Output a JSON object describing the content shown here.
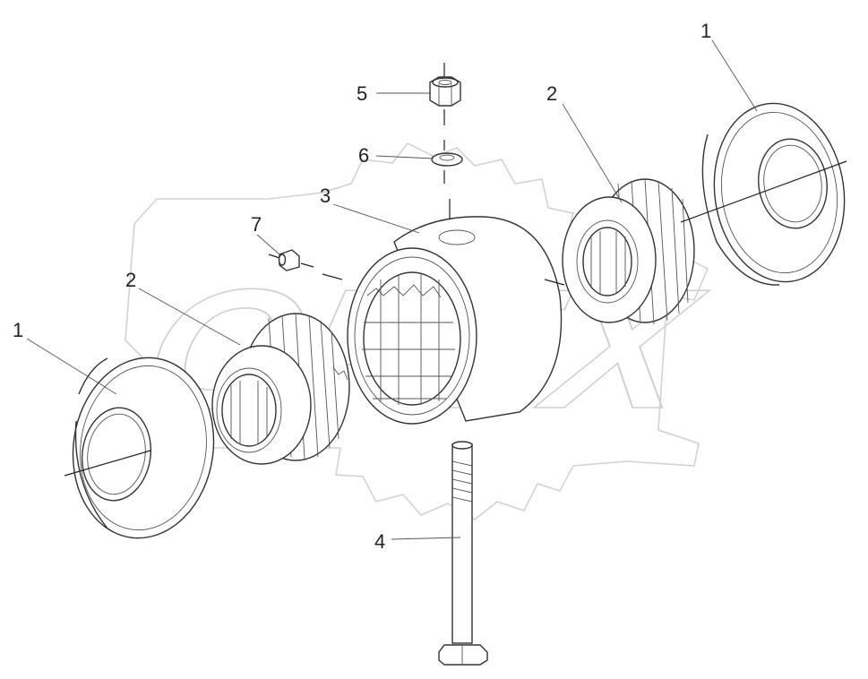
{
  "diagram": {
    "type": "exploded-assembly",
    "parts": [
      {
        "id": "part-1-left",
        "label": "1",
        "name": "thrust washer (left)"
      },
      {
        "id": "part-1-right",
        "label": "1",
        "name": "thrust washer (right)"
      },
      {
        "id": "part-2-left",
        "label": "2",
        "name": "splined gear (left)"
      },
      {
        "id": "part-2-right",
        "label": "2",
        "name": "splined gear (right)"
      },
      {
        "id": "part-3",
        "label": "3",
        "name": "housing"
      },
      {
        "id": "part-4",
        "label": "4",
        "name": "bolt"
      },
      {
        "id": "part-5",
        "label": "5",
        "name": "nut"
      },
      {
        "id": "part-6",
        "label": "6",
        "name": "washer"
      },
      {
        "id": "part-7",
        "label": "7",
        "name": "grease fitting"
      }
    ],
    "watermark": {
      "text": "OFEX",
      "style": "gear-outline"
    }
  }
}
